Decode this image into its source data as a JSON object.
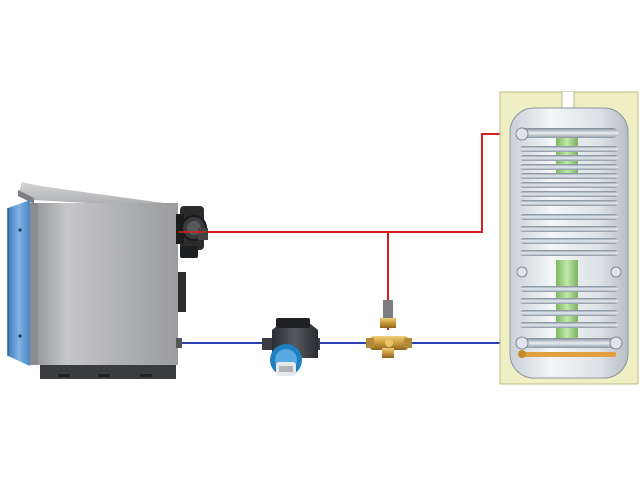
{
  "diagram": {
    "components": [
      {
        "id": "boiler",
        "icon": "boiler-icon"
      },
      {
        "id": "burner",
        "icon": "burner-icon"
      },
      {
        "id": "circulation-pump",
        "icon": "pump-icon"
      },
      {
        "id": "mixing-valve",
        "icon": "valve-icon"
      },
      {
        "id": "storage-tank",
        "icon": "tank-icon"
      }
    ],
    "colors": {
      "supply_pipe": "#d62020",
      "return_pipe": "#2a3fb0",
      "boiler_body": "#a9a9ab",
      "boiler_panel": "#6fa3d8",
      "tank_insulation": "#eef0c4",
      "tank_coil": "#b9c9d4",
      "tank_core": "#a8d68a",
      "heating_element": "#e0a040",
      "valve_brass": "#c99a3a",
      "pump_blue": "#1f7fc0"
    }
  }
}
